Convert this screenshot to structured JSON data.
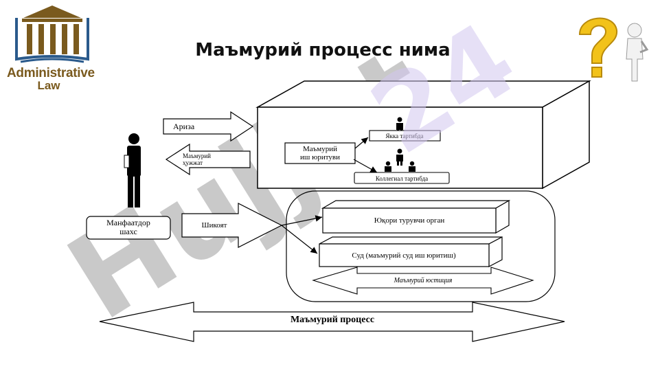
{
  "slide": {
    "title": "Маъмурий процесс нима",
    "logo": {
      "line1": "Administrative",
      "line2": "Law"
    },
    "watermark": "Hujjat 24"
  },
  "diagram": {
    "application_arrow": "Ариза",
    "admin_document_arrow": [
      "Маъмурий",
      "ҳужжат"
    ],
    "admin_proceedings": [
      "Маъмурий",
      "иш юритуви"
    ],
    "individual_order": "Якка тартибда",
    "collegial_order": "Коллегиал тартибда",
    "interested_person": [
      "Манфаатдор",
      "шахс"
    ],
    "complaint_arrow": "Шикоят",
    "higher_body": "Юқори турувчи орган",
    "court": "Суд (маъмурий суд иш юритиш)",
    "admin_justice": "Маъмурий юстиция",
    "admin_process": "Маъмурий процесс"
  },
  "colors": {
    "watermark_gray": "#c4c4c4",
    "watermark_purple": "#d3c7f0",
    "logo_brown": "#7a5a1e",
    "icon_gold": "#f2c21a"
  }
}
